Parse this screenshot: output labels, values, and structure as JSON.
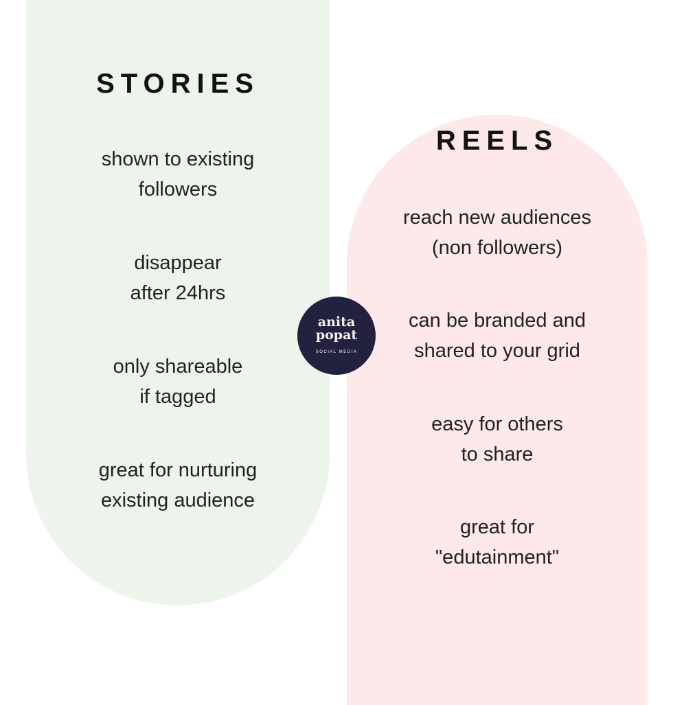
{
  "stories": {
    "title": "STORIES",
    "items": [
      "shown to existing\nfollowers",
      "disappear\nafter 24hrs",
      "only shareable\nif tagged",
      "great for nurturing\nexisting audience"
    ]
  },
  "reels": {
    "title": "REELS",
    "items": [
      "reach new audiences\n(non followers)",
      "can be branded and\nshared to your grid",
      "easy for others\nto share",
      "great for\n\"edutainment\""
    ]
  },
  "logo": {
    "name": "anita\npopat",
    "tagline": "SOCIAL MEDIA"
  },
  "colors": {
    "stories_bg": "#edf4ec",
    "reels_bg": "#fde8ea",
    "logo_bg": "#22213f"
  }
}
